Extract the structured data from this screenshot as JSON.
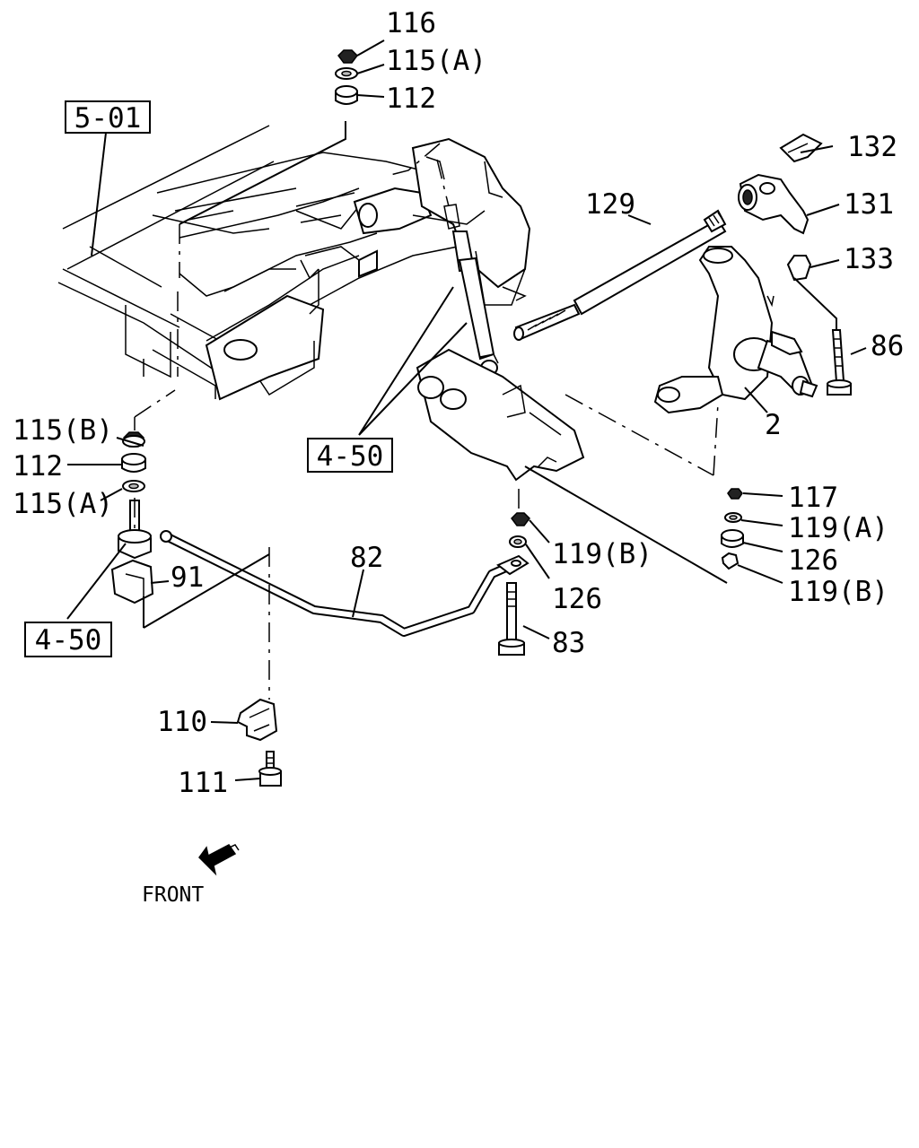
{
  "diagram": {
    "callouts": {
      "c116": "116",
      "c115a_top": "115(A)",
      "c112_top": "112",
      "c132": "132",
      "c129": "129",
      "c131": "131",
      "c133": "133",
      "c86": "86",
      "c2": "2",
      "c115b": "115(B)",
      "c112_left": "112",
      "c115a_left": "115(A)",
      "c91": "91",
      "c82": "82",
      "c119b_mid": "119(B)",
      "c126_mid": "126",
      "c83": "83",
      "c117": "117",
      "c119a": "119(A)",
      "c126_right": "126",
      "c119b_right": "119(B)",
      "c110": "110",
      "c111": "111"
    },
    "references": {
      "ref_5_01": "5-01",
      "ref_4_50_center": "4-50",
      "ref_4_50_left": "4-50"
    },
    "front_label": "FRONT",
    "icons": [
      "front-arrow-icon"
    ]
  }
}
